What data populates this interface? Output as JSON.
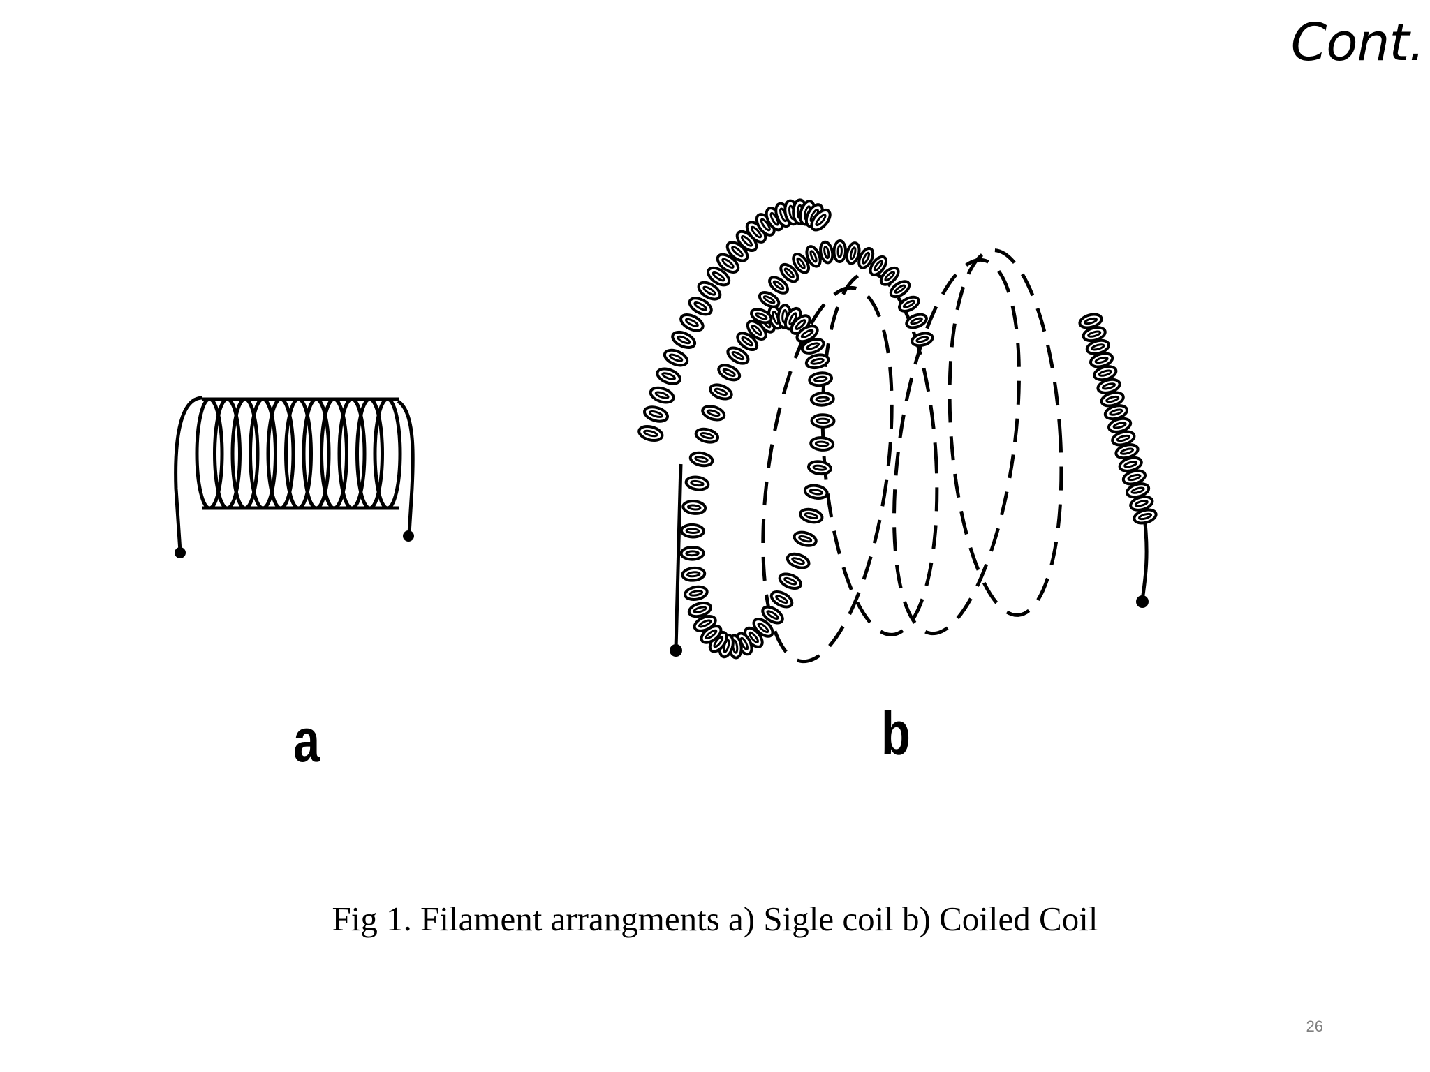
{
  "slide": {
    "title": "Cont.",
    "page_number": "26"
  },
  "figure": {
    "label_a": "a",
    "label_b": "b",
    "caption": "Fig 1. Filament arrangments a) Sigle coil b) Coiled Coil",
    "colors": {
      "ink": "#000000",
      "background": "#ffffff",
      "page_number": "#7f7f7f"
    }
  }
}
